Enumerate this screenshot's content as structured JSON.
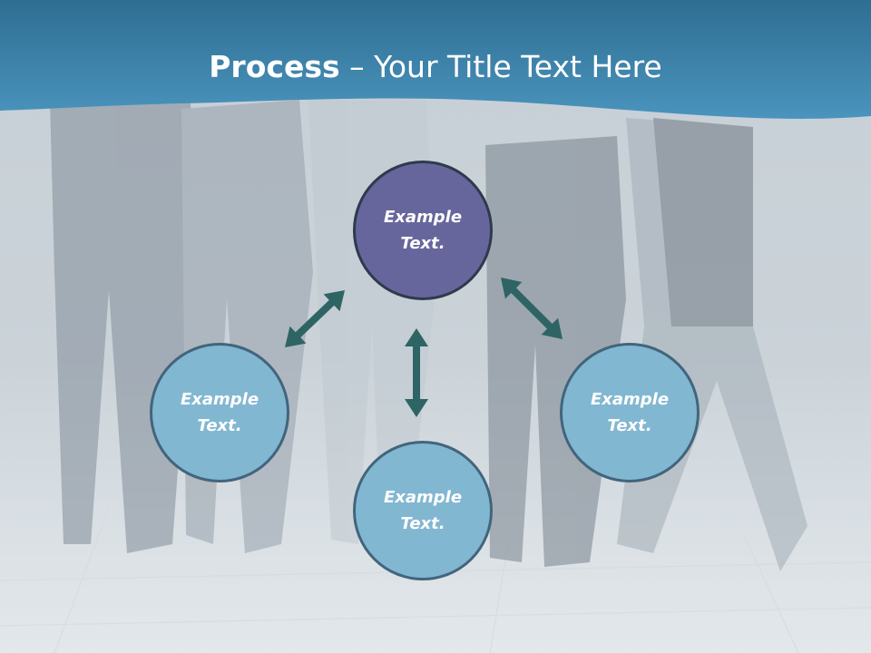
{
  "slide": {
    "title_strong": "Process",
    "title_dash": " – ",
    "title_rest": "Your Title Text Here"
  },
  "diagram": {
    "center": {
      "text": "Example\nText."
    },
    "left": {
      "text": "Example\nText."
    },
    "bottom": {
      "text": "Example\nText."
    },
    "right": {
      "text": "Example\nText."
    }
  },
  "colors": {
    "header_blue": "#3f86ad",
    "center_fill": "#67669c",
    "node_fill": "#82b7d1",
    "node_border": "#42657d",
    "arrow": "#2e6464"
  }
}
